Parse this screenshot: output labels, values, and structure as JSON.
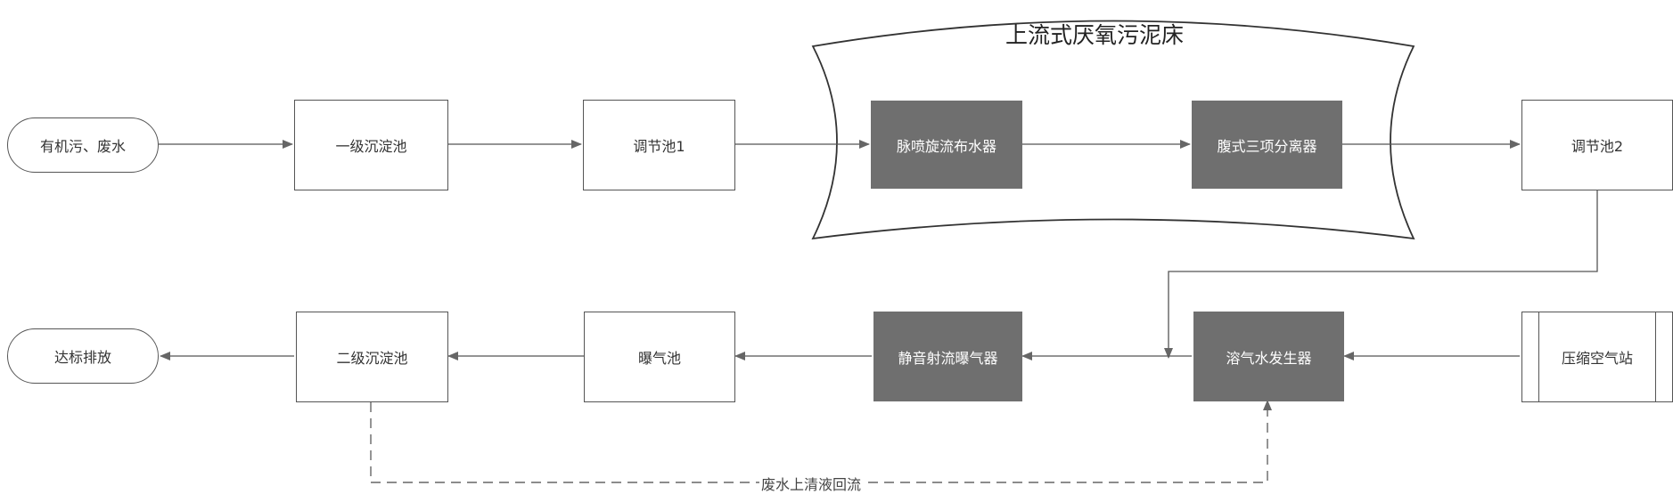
{
  "title": "上流式厌氧污泥床",
  "nodes": {
    "source": "有机污、废水",
    "primary_settling": "一级沉淀池",
    "regulating_1": "调节池1",
    "pulse_distributor": "脉喷旋流布水器",
    "three_phase_separator": "腹式三项分离器",
    "regulating_2": "调节池2",
    "discharge": "达标排放",
    "secondary_settling": "二级沉淀池",
    "aeration_tank": "曝气池",
    "jet_aerator": "静音射流曝气器",
    "dissolved_air_generator": "溶气水发生器",
    "compressed_air_station": "压缩空气站"
  },
  "loop_label": "废水上清液回流",
  "colors": {
    "dark_node": "#6f6f6f",
    "line": "#555555",
    "arrow": "#666666"
  }
}
